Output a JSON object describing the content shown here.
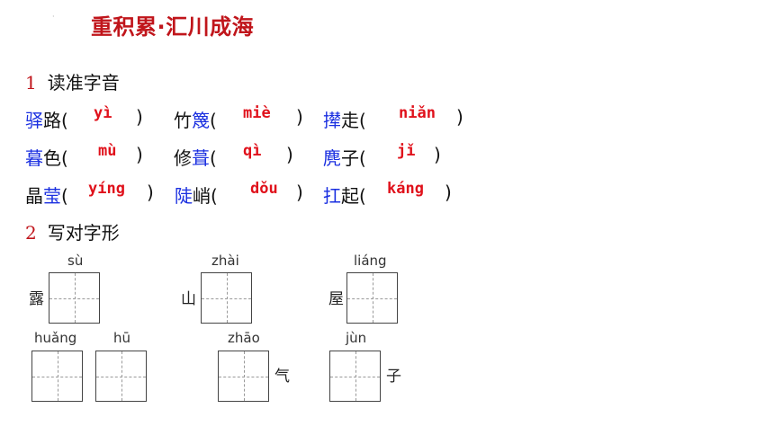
{
  "title": "重积累·汇川成海",
  "section1": {
    "num": "1",
    "label": "读准字音"
  },
  "section2": {
    "num": "2",
    "label": "写对字形"
  },
  "words": [
    {
      "plain_before": "",
      "blue": "驿",
      "plain_after": "路(",
      "close": ")",
      "pinyin": "yì"
    },
    {
      "plain_before": "竹",
      "blue": "篾",
      "plain_after": "(",
      "close": ")",
      "pinyin": "miè"
    },
    {
      "plain_before": "",
      "blue": "撵",
      "plain_after": "走(",
      "close": ")",
      "pinyin": "niǎn"
    },
    {
      "plain_before": "",
      "blue": "暮",
      "plain_after": "色(",
      "close": ")",
      "pinyin": "mù"
    },
    {
      "plain_before": "修",
      "blue": "葺",
      "plain_after": "(",
      "close": ")",
      "pinyin": "qì"
    },
    {
      "plain_before": "",
      "blue": "麂",
      "plain_after": "子(",
      "close": ")",
      "pinyin": "jǐ"
    },
    {
      "plain_before": "晶",
      "blue": "莹",
      "plain_after": "(",
      "close": ")",
      "pinyin": "yíng"
    },
    {
      "plain_before": "",
      "blue": "陡",
      "plain_after": "峭(",
      "close": ")",
      "pinyin": "dǒu"
    },
    {
      "plain_before": "",
      "blue": "扛",
      "plain_after": "起(",
      "close": ")",
      "pinyin": "káng"
    }
  ],
  "grids": [
    {
      "pinyin": "sù",
      "side_char": "露"
    },
    {
      "pinyin": "zhài",
      "side_char": "山"
    },
    {
      "pinyin": "liáng",
      "side_char": "屋"
    },
    {
      "pinyin": "huǎng",
      "side_char": ""
    },
    {
      "pinyin": "hū",
      "side_char": ""
    },
    {
      "pinyin": "zhāo",
      "side_char": "气"
    },
    {
      "pinyin": "jùn",
      "side_char": "子"
    }
  ]
}
